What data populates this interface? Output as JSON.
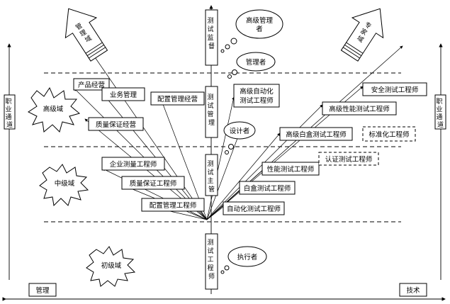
{
  "domains": {
    "senior": "高级域",
    "middle": "中级域",
    "junior": "初级域"
  },
  "arrows": {
    "management": "管理域",
    "expert": "专家域"
  },
  "channels": {
    "left": "职业通道",
    "right": "职业通道"
  },
  "axis": {
    "left": "管理",
    "right": "技术"
  },
  "spine": {
    "engineer": "测试工程师",
    "supervisor": "测试主管",
    "manager": "测试管理",
    "monitor": "测试监督"
  },
  "clouds": {
    "senior_manager_line1": "高级管理",
    "senior_manager_line2": "者",
    "manager": "管理者",
    "designer": "设计者",
    "executor": "执行者"
  },
  "boxes": {
    "product_operation": "产品经营",
    "business_management": "业务管理",
    "config_management_operation": "配置管理经营",
    "quality_assurance_operation": "质量保证经营",
    "enterprise_measurement_engineer": "企业测量工程师",
    "quality_assurance_engineer": "质量保证工程师",
    "config_management_engineer": "配置管理工程师",
    "automation_test_engineer": "自动化测试工程师",
    "whitebox_test_engineer": "白盒测试工程师",
    "performance_test_engineer": "性能测试工程师",
    "senior_whitebox_test_engineer": "高级白盒测试工程师",
    "senior_automation_line1": "高级自动化",
    "senior_automation_line2": "测试工程师",
    "senior_performance_test_engineer": "高级性能测试工程师",
    "security_test_engineer": "安全测试工程师",
    "certification_test_engineer": "认证测试工程师",
    "standardization_engineer": "标准化工程师"
  }
}
